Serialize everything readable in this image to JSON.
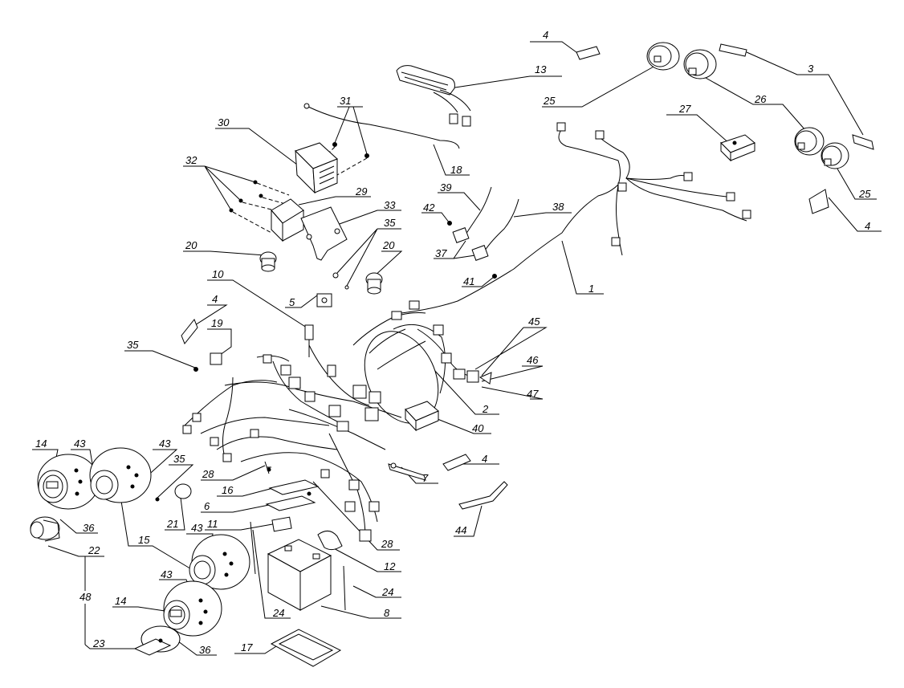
{
  "callouts": [
    "1",
    "2",
    "3",
    "4",
    "5",
    "6",
    "7",
    "8",
    "10",
    "11",
    "12",
    "13",
    "14",
    "15",
    "16",
    "17",
    "18",
    "19",
    "20",
    "21",
    "22",
    "23",
    "24",
    "25",
    "26",
    "27",
    "28",
    "29",
    "30",
    "31",
    "32",
    "33",
    "35",
    "36",
    "37",
    "38",
    "39",
    "40",
    "41",
    "42",
    "43",
    "44",
    "45",
    "46",
    "47",
    "48"
  ]
}
